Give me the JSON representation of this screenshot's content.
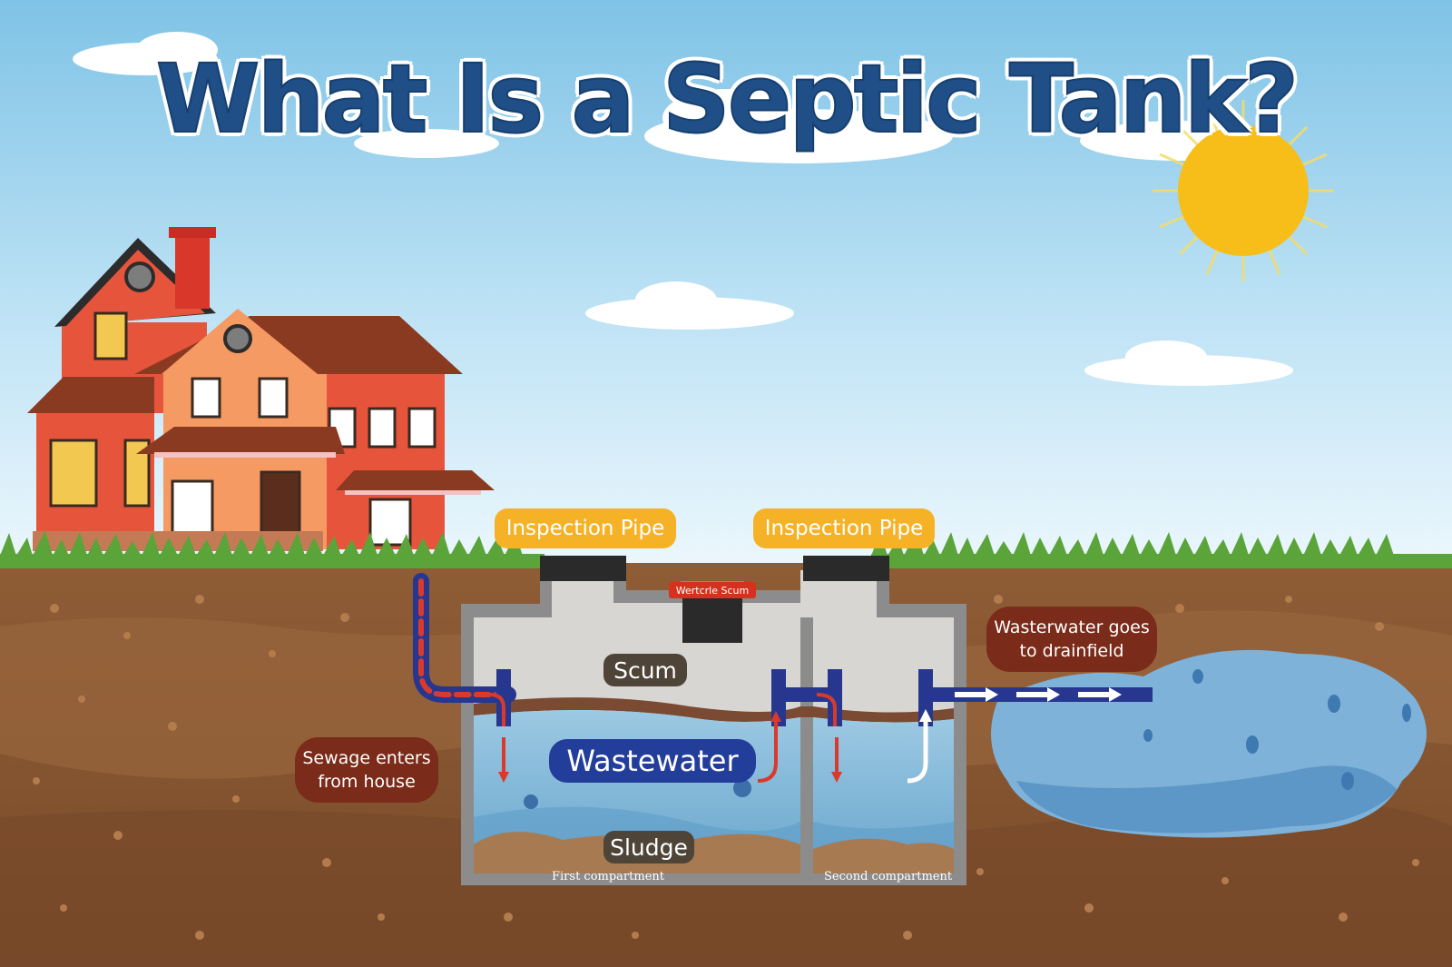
{
  "title": "What Is a Septic Tank?",
  "labels": {
    "inspection_pipe_1": "Inspection Pipe",
    "inspection_pipe_2": "Inspection Pipe",
    "wertcrle_scum": "Wertcrle Scum",
    "scum": "Scum",
    "wastewater": "Wastewater",
    "sludge": "Sludge",
    "first_compartment": "First compartment",
    "second_compartment": "Second compartment",
    "sewage_enters": "Sewage enters from house",
    "drainfield": "Wasterwater goes to drainfield"
  },
  "colors": {
    "sky_top": "#7fc3e6",
    "sky_bottom": "#eef8fd",
    "soil": "#8a5a35",
    "grass": "#5aa43a",
    "water": "#86bddb",
    "title": "#1f4f86",
    "inspection": "#f6b227",
    "callout": "#7a2b19",
    "sun": "#f7bd19"
  }
}
